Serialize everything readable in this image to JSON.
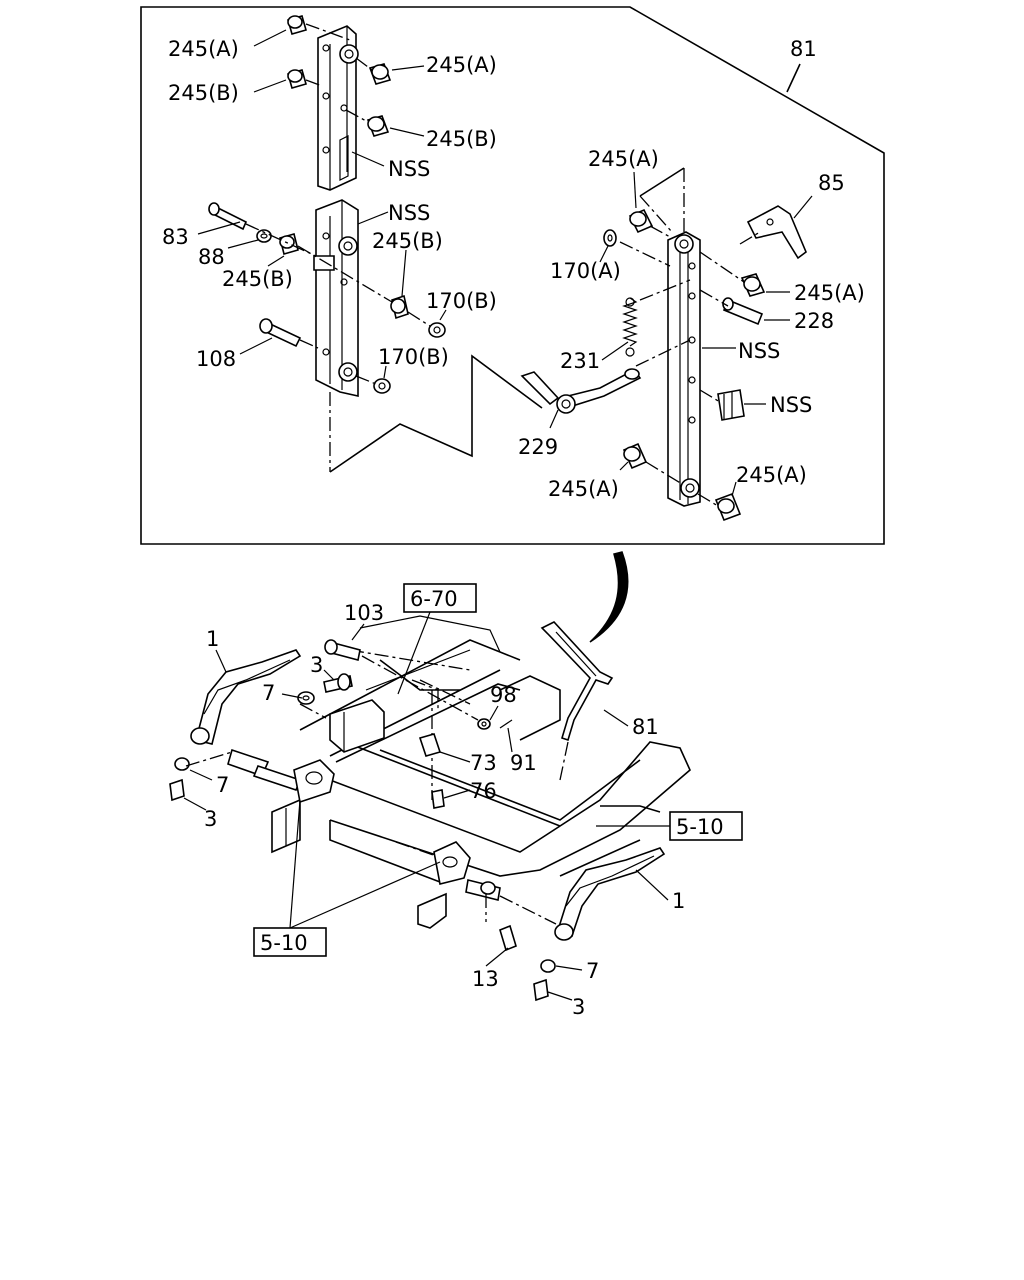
{
  "callouts": [
    {
      "id": "c01",
      "text": "245(A)"
    },
    {
      "id": "c02",
      "text": "245(B)"
    },
    {
      "id": "c03",
      "text": "245(A)"
    },
    {
      "id": "c04",
      "text": "245(B)"
    },
    {
      "id": "c05",
      "text": "NSS"
    },
    {
      "id": "c06",
      "text": "NSS"
    },
    {
      "id": "c07",
      "text": "83"
    },
    {
      "id": "c08",
      "text": "88"
    },
    {
      "id": "c09",
      "text": "245(B)"
    },
    {
      "id": "c10",
      "text": "245(B)"
    },
    {
      "id": "c11",
      "text": "170(B)"
    },
    {
      "id": "c12",
      "text": "170(B)"
    },
    {
      "id": "c13",
      "text": "108"
    },
    {
      "id": "c14",
      "text": "81"
    },
    {
      "id": "c15",
      "text": "245(A)"
    },
    {
      "id": "c16",
      "text": "85"
    },
    {
      "id": "c17",
      "text": "170(A)"
    },
    {
      "id": "c18",
      "text": "245(A)"
    },
    {
      "id": "c19",
      "text": "228"
    },
    {
      "id": "c20",
      "text": "231"
    },
    {
      "id": "c21",
      "text": "NSS"
    },
    {
      "id": "c22",
      "text": "NSS"
    },
    {
      "id": "c23",
      "text": "229"
    },
    {
      "id": "c24",
      "text": "245(A)"
    },
    {
      "id": "c25",
      "text": "245(A)"
    },
    {
      "id": "c26",
      "text": "103"
    },
    {
      "id": "c27",
      "text": "1"
    },
    {
      "id": "c28",
      "text": "3"
    },
    {
      "id": "c29",
      "text": "7"
    },
    {
      "id": "c30",
      "text": "98"
    },
    {
      "id": "c31",
      "text": "81"
    },
    {
      "id": "c32",
      "text": "73"
    },
    {
      "id": "c33",
      "text": "91"
    },
    {
      "id": "c34",
      "text": "76"
    },
    {
      "id": "c35",
      "text": "7"
    },
    {
      "id": "c36",
      "text": "3"
    },
    {
      "id": "c37",
      "text": "1"
    },
    {
      "id": "c38",
      "text": "13"
    },
    {
      "id": "c39",
      "text": "7"
    },
    {
      "id": "c40",
      "text": "3"
    }
  ],
  "references": [
    {
      "id": "r1",
      "text": "6-70"
    },
    {
      "id": "r2",
      "text": "5-10"
    },
    {
      "id": "r3",
      "text": "5-10"
    }
  ]
}
